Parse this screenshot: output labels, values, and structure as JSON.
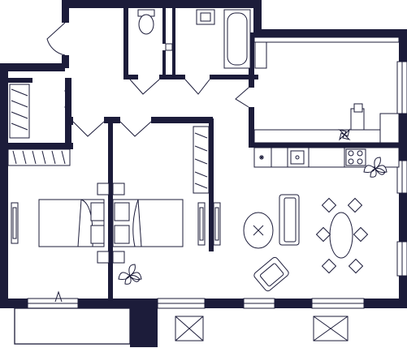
{
  "plan": {
    "colors": {
      "wall": "#1c1c3a",
      "background": "#ffffff",
      "line": "#1c1c3a"
    },
    "rooms": [
      "entrance-hall",
      "wc",
      "bathroom",
      "kitchen",
      "living-dining",
      "bedroom-left",
      "bedroom-middle",
      "storage",
      "balcony"
    ],
    "icons": [
      "plant-icon",
      "door-swing-icon",
      "window-icon",
      "bathtub-icon",
      "toilet-icon",
      "sink-icon",
      "stove-icon",
      "bed-icon",
      "sofa-icon",
      "armchair-icon",
      "dining-table-icon",
      "wardrobe-icon",
      "rug-icon"
    ]
  }
}
